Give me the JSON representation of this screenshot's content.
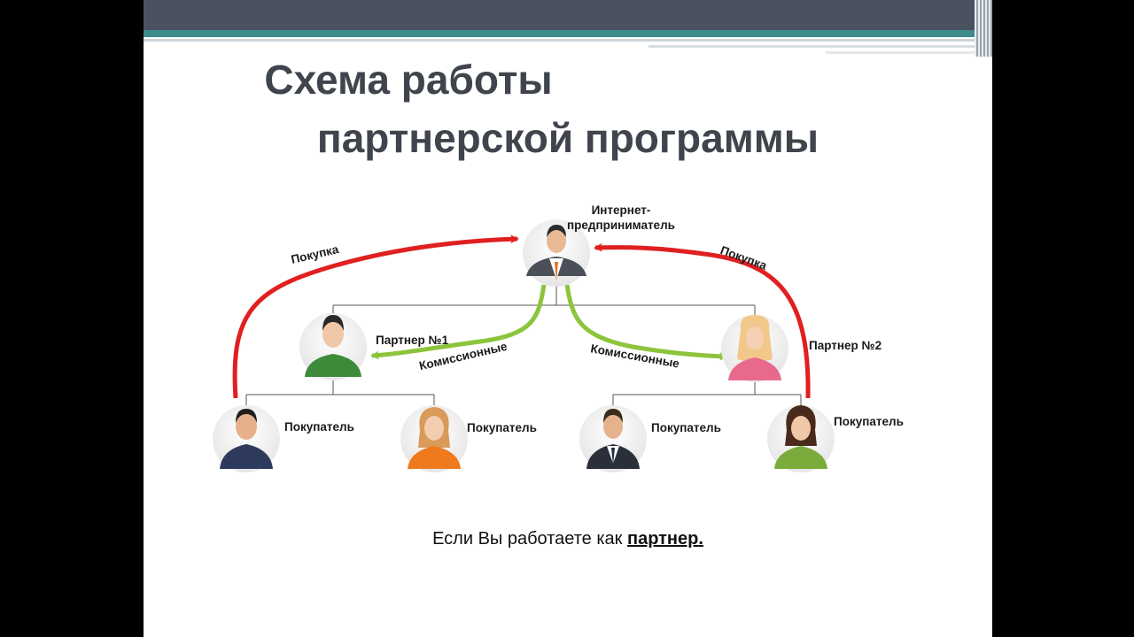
{
  "title": {
    "line1": "Схема работы",
    "line2": "партнерской программы"
  },
  "nodes": {
    "entrepreneur": "Интернет-\nпредприниматель",
    "partner1": "Партнер №1",
    "partner2": "Партнер №2",
    "buyer1": "Покупатель",
    "buyer2": "Покупатель",
    "buyer3": "Покупатель",
    "buyer4": "Покупатель"
  },
  "edges": {
    "purchase_left": "Покупка",
    "purchase_right": "Покупка",
    "commission_left": "Комиссионные",
    "commission_right": "Комиссионные"
  },
  "caption": {
    "prefix": "Если Вы работаете как ",
    "emphasis": "партнер",
    "suffix": "."
  },
  "colors": {
    "purchase_arrow": "#e02020",
    "commission_arrow": "#8cc43c",
    "title_text": "#3f444d",
    "header_bar": "#4a5160",
    "accent_teal": "#3d8b8c"
  }
}
